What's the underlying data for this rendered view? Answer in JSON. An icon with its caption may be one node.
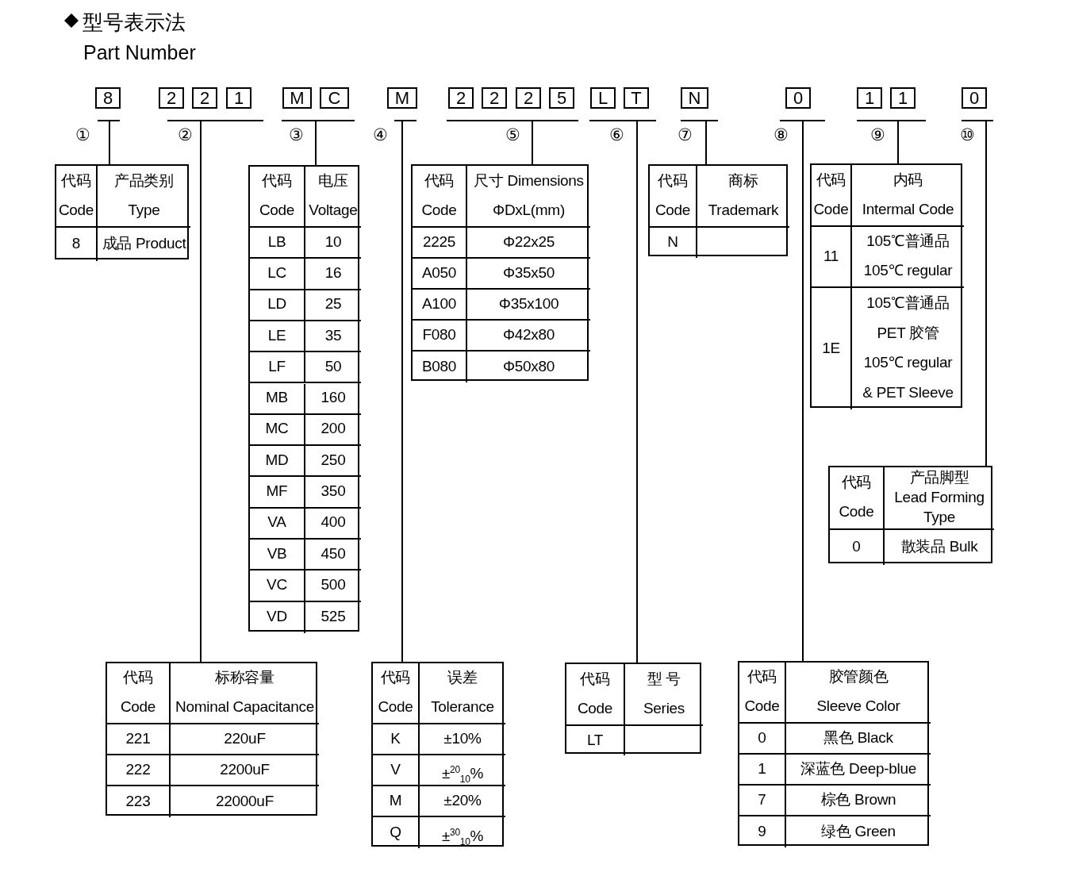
{
  "diagram": {
    "title": "型号表示法",
    "nodes": [
      {
        "text": [
          "8"
        ]
      },
      {
        "text": [
          "2"
        ]
      },
      {
        "text": [
          "2"
        ]
      },
      {
        "text": [
          "1"
        ]
      },
      {
        "text": [
          "M"
        ]
      },
      {
        "text": [
          "C"
        ]
      },
      {
        "text": [
          "M"
        ]
      },
      {
        "text": [
          "2"
        ]
      },
      {
        "text": [
          "2"
        ]
      },
      {
        "text": [
          "2"
        ]
      },
      {
        "text": [
          "5"
        ]
      },
      {
        "text": [
          "L"
        ]
      },
      {
        "text": [
          "T"
        ]
      },
      {
        "text": [
          "N"
        ]
      },
      {
        "text": [
          "0"
        ]
      },
      {
        "text": [
          "1"
        ]
      },
      {
        "text": [
          "1"
        ]
      },
      {
        "text": [
          "0"
        ]
      },
      {
        "text": [],
        "shape": "bar",
        "beside": [
          "①"
        ]
      },
      {
        "text": [],
        "shape": "bar",
        "beside": [
          "②"
        ]
      },
      {
        "text": [],
        "shape": "bar",
        "beside": [
          "③"
        ]
      },
      {
        "text": [],
        "shape": "bar",
        "beside": [
          "④"
        ]
      },
      {
        "text": [],
        "shape": "bar",
        "beside": [
          "⑤"
        ]
      },
      {
        "text": [],
        "shape": "bar",
        "beside": [
          "⑥"
        ]
      },
      {
        "text": [],
        "shape": "bar",
        "beside": [
          "⑦"
        ]
      },
      {
        "text": [],
        "shape": "bar",
        "beside": [
          "⑧"
        ]
      },
      {
        "text": [],
        "shape": "bar",
        "beside": [
          "⑨"
        ]
      },
      {
        "text": [],
        "shape": "bar",
        "beside": [
          "⑩"
        ]
      },
      {
        "text": [
          "代码",
          "Code",
          "产品类别",
          "Type",
          "8",
          "成品 Product"
        ]
      },
      {
        "text": [
          "代码",
          "Code",
          "电压",
          "Voltage",
          "LB",
          "10",
          "LC",
          "16",
          "LD",
          "25",
          "LE",
          "35",
          "LF",
          "50",
          "MB",
          "160",
          "MC",
          "200",
          "MD",
          "250",
          "MF",
          "350",
          "VA",
          "400",
          "VB",
          "450",
          "VC",
          "500",
          "VD",
          "525"
        ]
      },
      {
        "text": [
          "代码",
          "Code",
          "尺寸 Dimensions",
          "ΦDxL(mm)",
          "2225",
          "Φ22x25",
          "A050",
          "Φ35x50",
          "A100",
          "Φ35x100",
          "F080",
          "Φ42x80",
          "B080",
          "Φ50x80"
        ]
      },
      {
        "text": [
          "代码",
          "Code",
          "商标",
          "Trademark",
          "N"
        ]
      },
      {
        "text": [
          "代码",
          "Code",
          "内码",
          "Intermal Code",
          "11",
          "105℃普通品",
          "105℃ regular",
          "1E",
          "105℃普通品",
          "PET 胶管",
          "105℃ regular",
          "& PET Sleeve"
        ]
      },
      {
        "text": [
          "代码",
          "Code",
          "产品脚型",
          "Lead Forming",
          "Type",
          "0",
          "散装品 Bulk"
        ]
      },
      {
        "text": [
          "代码",
          "Code",
          "标称容量",
          "Nominal Capacitance",
          "221",
          "220uF",
          "222",
          "2200uF",
          "223",
          "22000uF"
        ]
      },
      {
        "text": [
          "代码",
          "Code",
          "误差",
          "Tolerance",
          "K",
          "±10%",
          "V",
          "±$^{20}$$_{10}$%",
          "M",
          "±20%",
          "Q",
          "±$^{30}$$_{10}$%"
        ]
      },
      {
        "text": [
          "代码",
          "Code",
          "型 号",
          "Series",
          "LT"
        ]
      },
      {
        "text": [
          "代码",
          "Code",
          "胶管颜色",
          "Sleeve Color",
          "0",
          "黑色 Black",
          "1",
          "深蓝色 Deep-blue",
          "7",
          "棕色 Brown",
          "9",
          "绿色 Green"
        ]
      }
    ],
    "edges": [
      {
        "from": 18,
        "to": 28,
        "arrow": "none"
      },
      {
        "from": 19,
        "to": 34,
        "arrow": "none"
      },
      {
        "from": 20,
        "to": 29,
        "arrow": "none"
      },
      {
        "from": 21,
        "to": 35,
        "arrow": "none"
      },
      {
        "from": 22,
        "to": 30,
        "arrow": "none"
      },
      {
        "from": 23,
        "to": 36,
        "arrow": "none"
      },
      {
        "from": 24,
        "to": 31,
        "arrow": "none"
      },
      {
        "from": 25,
        "to": 37,
        "arrow": "none"
      },
      {
        "from": 26,
        "to": 32,
        "arrow": "none"
      },
      {
        "from": 27,
        "to": 33,
        "arrow": "none"
      }
    ],
    "labels": [
      "Part Number"
    ]
  }
}
